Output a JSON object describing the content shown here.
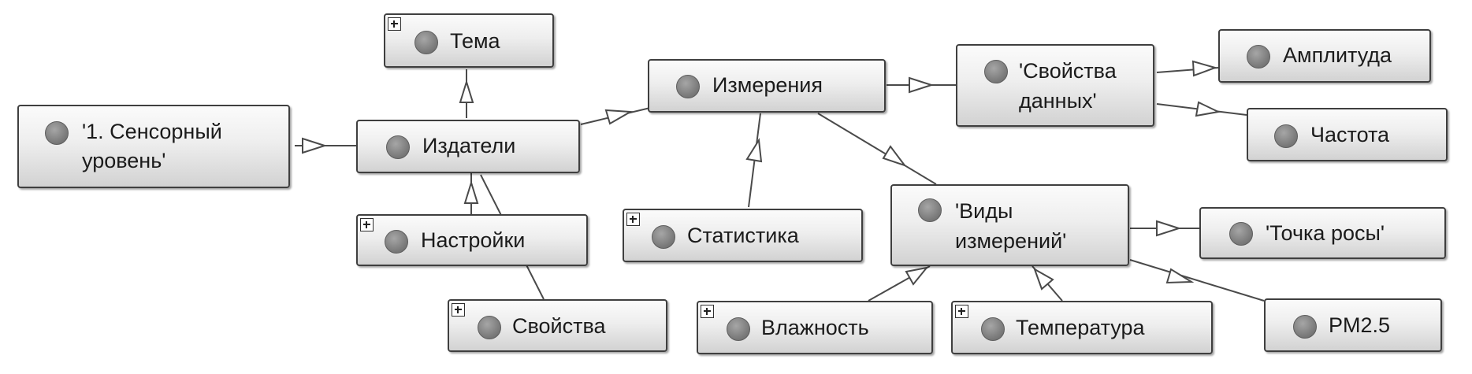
{
  "nodes": {
    "sensor_level": {
      "label_line1": "'1. Сенсорный",
      "label_line2": "уровень'",
      "expandable": false
    },
    "tema": {
      "label": "Тема",
      "expandable": true
    },
    "izdateli": {
      "label": "Издатели",
      "expandable": false
    },
    "nastroiki": {
      "label": "Настройки",
      "expandable": true
    },
    "svoistva": {
      "label": "Свойства",
      "expandable": true
    },
    "izmereniya": {
      "label": "Измерения",
      "expandable": false
    },
    "statistika": {
      "label": "Статистика",
      "expandable": true
    },
    "svoistva_dannyh": {
      "label_line1": "'Свойства",
      "label_line2": "данных'",
      "expandable": false
    },
    "amplituda": {
      "label": "Амплитуда",
      "expandable": false
    },
    "chastota": {
      "label": "Частота",
      "expandable": false
    },
    "vidy_izmerenii": {
      "label_line1": "'Виды",
      "label_line2": "измерений'",
      "expandable": false
    },
    "tochka_rosy": {
      "label": "'Точка росы'",
      "expandable": false
    },
    "vlazhnost": {
      "label": "Влажность",
      "expandable": true
    },
    "temperatura": {
      "label": "Температура",
      "expandable": true
    },
    "pm25": {
      "label": "PM2.5",
      "expandable": false
    }
  },
  "edges": [
    {
      "from": "izdateli",
      "to": "sensor_level",
      "style": "hollow-arrow"
    },
    {
      "from": "izdateli",
      "to": "tema",
      "style": "hollow-arrow"
    },
    {
      "from": "nastroiki",
      "to": "izdateli",
      "style": "hollow-arrow"
    },
    {
      "from": "izdateli",
      "to": "izmereniya",
      "style": "hollow-arrow"
    },
    {
      "from": "svoistva",
      "to": "izdateli",
      "style": "line"
    },
    {
      "from": "statistika",
      "to": "izmereniya",
      "style": "hollow-arrow"
    },
    {
      "from": "izmereniya",
      "to": "svoistva_dannyh",
      "style": "hollow-arrow"
    },
    {
      "from": "svoistva_dannyh",
      "to": "amplituda",
      "style": "hollow-arrow"
    },
    {
      "from": "svoistva_dannyh",
      "to": "chastota",
      "style": "hollow-arrow"
    },
    {
      "from": "izmereniya",
      "to": "vidy_izmerenii",
      "style": "hollow-arrow"
    },
    {
      "from": "vidy_izmerenii",
      "to": "tochka_rosy",
      "style": "hollow-arrow"
    },
    {
      "from": "vlazhnost",
      "to": "vidy_izmerenii",
      "style": "hollow-arrow"
    },
    {
      "from": "temperatura",
      "to": "vidy_izmerenii",
      "style": "hollow-arrow"
    },
    {
      "from": "vidy_izmerenii",
      "to": "pm25",
      "style": "hollow-arrow"
    }
  ]
}
